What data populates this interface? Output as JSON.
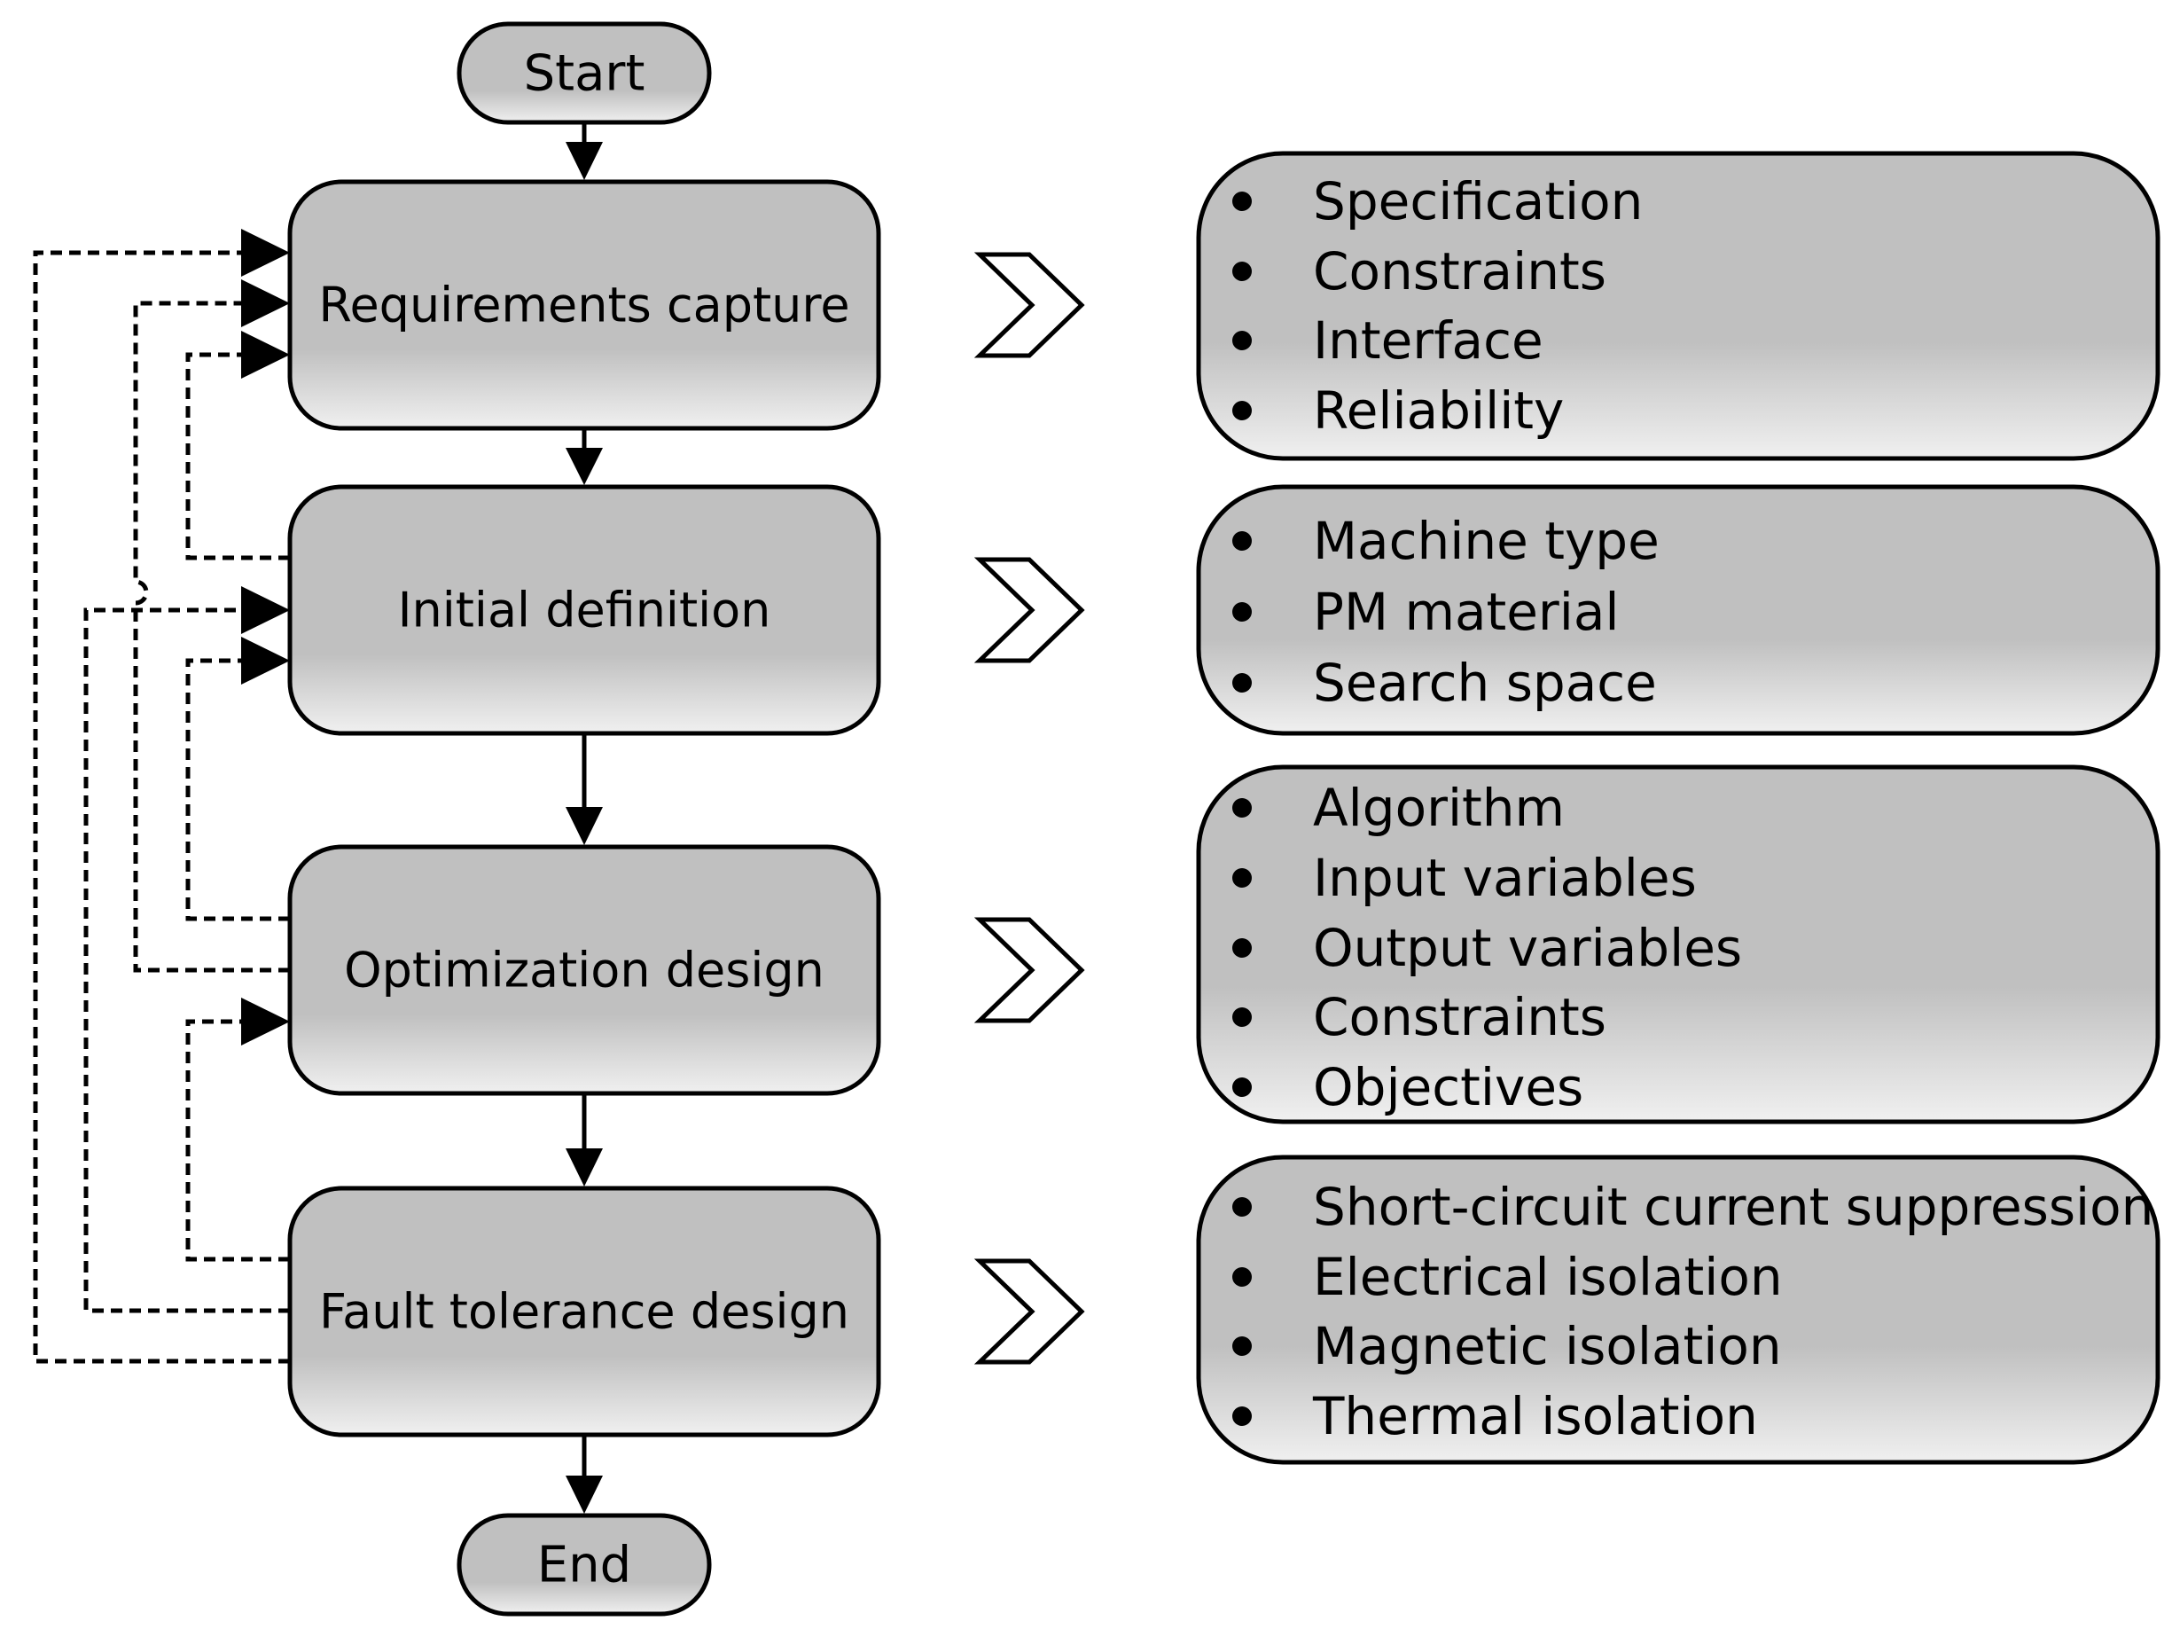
{
  "flow": {
    "start": "Start",
    "end": "End",
    "steps": [
      {
        "label": "Requirements capture"
      },
      {
        "label": "Initial definition"
      },
      {
        "label": "Optimization design"
      },
      {
        "label": "Fault tolerance design"
      }
    ]
  },
  "details": [
    {
      "items": [
        "Specification",
        "Constraints",
        "Interface",
        "Reliability"
      ]
    },
    {
      "items": [
        "Machine type",
        "PM material",
        "Search space"
      ]
    },
    {
      "items": [
        "Algorithm",
        "Input variables",
        "Output variables",
        "Constraints",
        "Objectives"
      ]
    },
    {
      "items": [
        "Short-circuit current suppression",
        "Electrical isolation",
        "Magnetic isolation",
        "Thermal isolation"
      ]
    }
  ],
  "colors": {
    "box_fill": "#c0c0c0",
    "box_fill_light": "#ececec",
    "stroke": "#000000"
  }
}
